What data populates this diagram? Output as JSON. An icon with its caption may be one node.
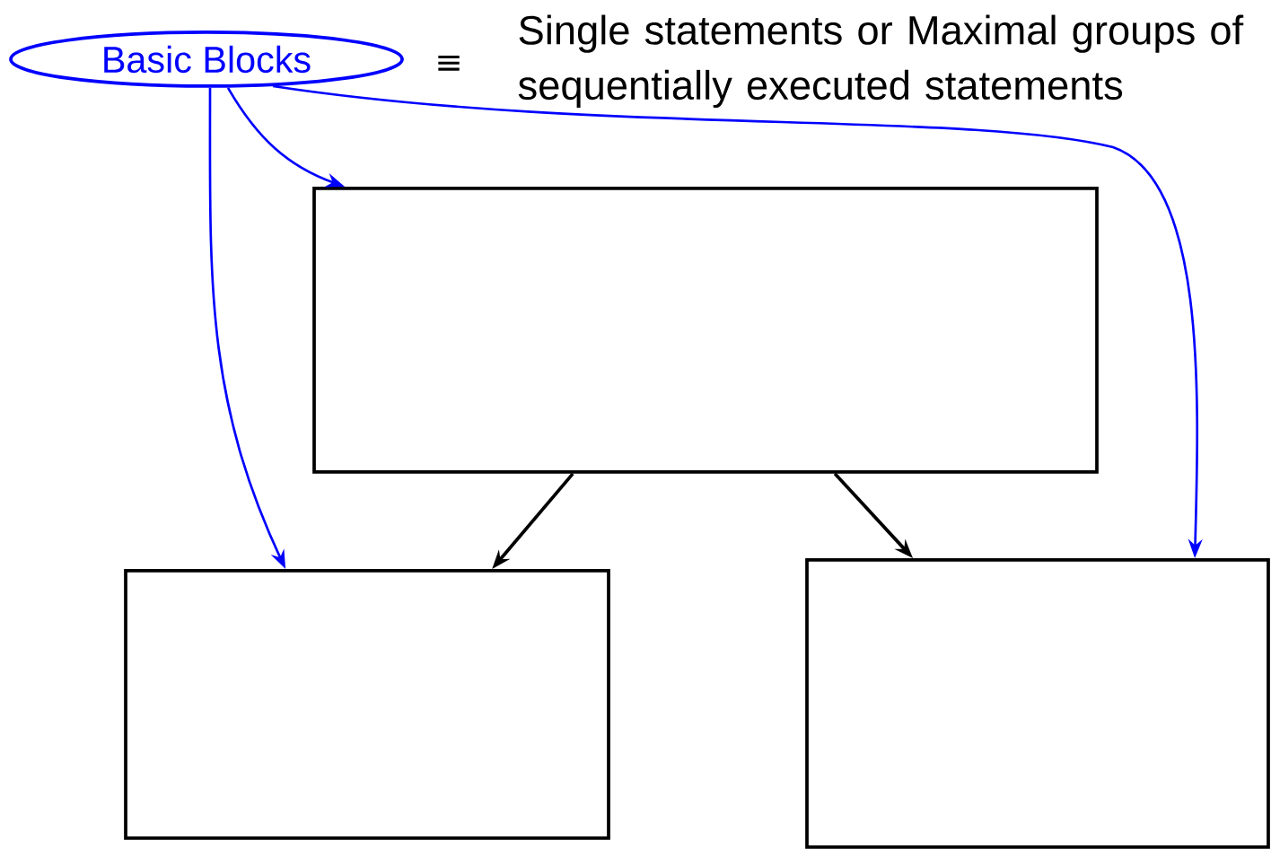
{
  "diagram": {
    "nodes": [
      {
        "text": [
          "Basic Blocks"
        ]
      },
      {
        "text": [],
        "shape": "box"
      },
      {
        "text": [],
        "shape": "box"
      },
      {
        "text": [],
        "shape": "box"
      }
    ],
    "edges": [
      {
        "from": 0,
        "to": 1,
        "arrow": "to"
      },
      {
        "from": 0,
        "to": 2,
        "arrow": "to"
      },
      {
        "from": 0,
        "to": 3,
        "arrow": "to"
      },
      {
        "from": 1,
        "to": 2,
        "arrow": "to",
        "color": "#000000"
      },
      {
        "from": 1,
        "to": 3,
        "arrow": "to",
        "color": "#000000"
      }
    ],
    "labels": [
      "≡",
      "Single statements or Maximal groups of sequentially executed statements"
    ]
  }
}
